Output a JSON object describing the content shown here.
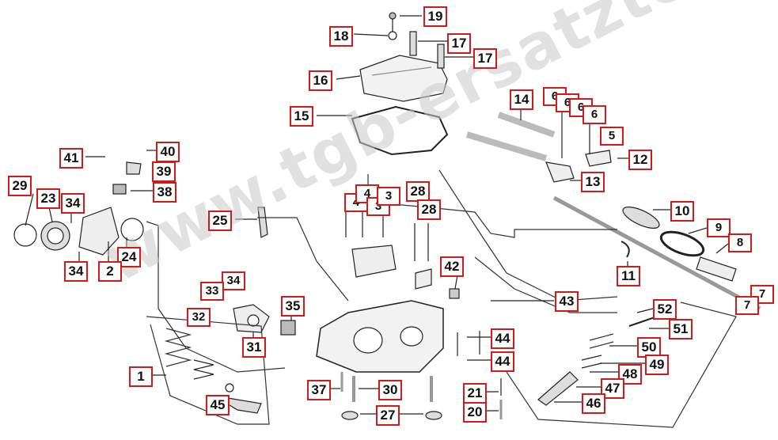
{
  "watermark": "www.tgb-ersatzteile.de",
  "callouts": {
    "c1": "1",
    "c2": "2",
    "c3a": "3",
    "c3b": "3",
    "c4a": "4",
    "c4b": "4",
    "c5": "5",
    "c6a": "6",
    "c6b": "6",
    "c6c": "6",
    "c6d": "6",
    "c7a": "7",
    "c7b": "7",
    "c8": "8",
    "c9": "9",
    "c10": "10",
    "c11": "11",
    "c12": "12",
    "c13": "13",
    "c14": "14",
    "c15": "15",
    "c16": "16",
    "c17a": "17",
    "c17b": "17",
    "c18": "18",
    "c19": "19",
    "c20": "20",
    "c21": "21",
    "c23": "23",
    "c24": "24",
    "c25": "25",
    "c27": "27",
    "c28a": "28",
    "c28b": "28",
    "c29": "29",
    "c30": "30",
    "c31": "31",
    "c32": "32",
    "c33": "33",
    "c34a": "34",
    "c34b": "34",
    "c34c": "34",
    "c35": "35",
    "c37": "37",
    "c38": "38",
    "c39": "39",
    "c40": "40",
    "c41": "41",
    "c42": "42",
    "c43": "43",
    "c44a": "44",
    "c44b": "44",
    "c45": "45",
    "c46": "46",
    "c47": "47",
    "c48": "48",
    "c49": "49",
    "c50": "50",
    "c51": "51",
    "c52": "52"
  },
  "colors": {
    "label_border": "#d11b1b",
    "line": "#222222",
    "part_fill": "#f2f2f2",
    "part_shade": "#bdbdbd"
  }
}
